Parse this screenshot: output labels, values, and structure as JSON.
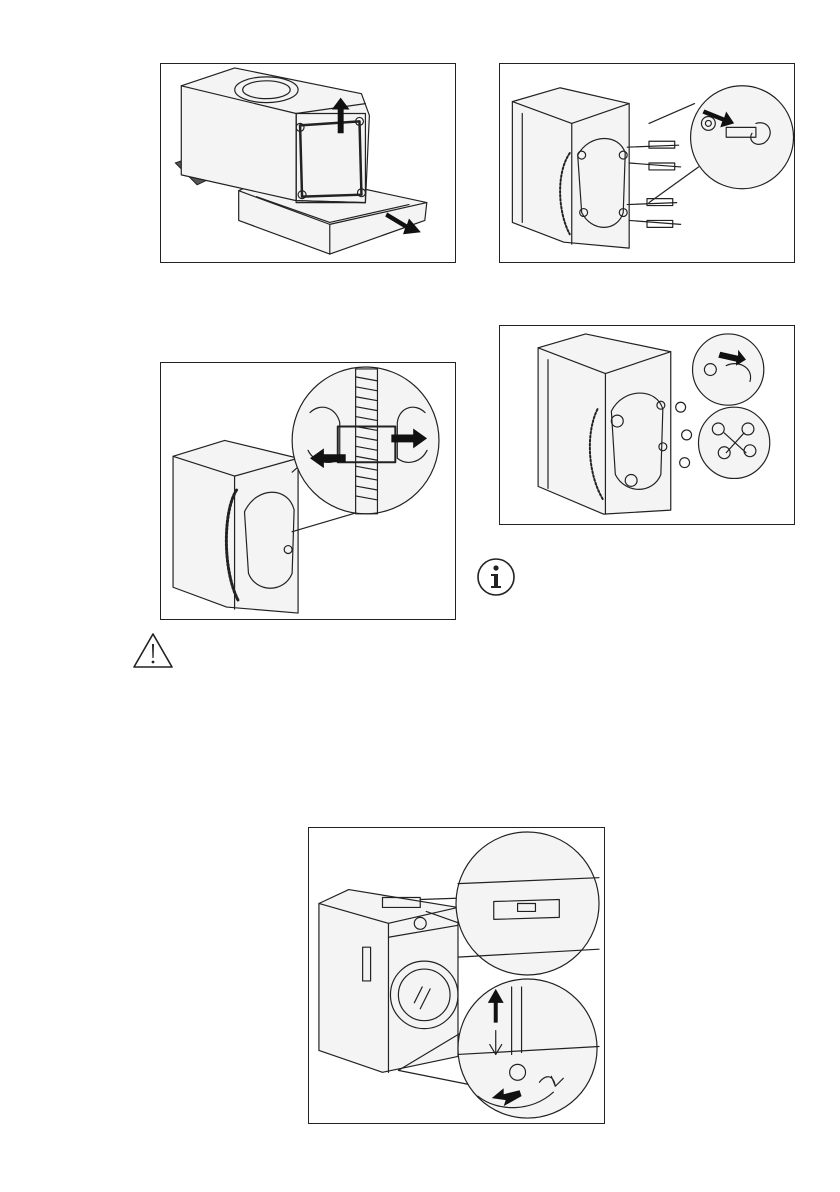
{
  "figures": [
    {
      "name": "remove-packaging-base",
      "icon": "washer-lift-illustration"
    },
    {
      "name": "remove-transit-bolts",
      "icon": "transit-bolt-illustration"
    },
    {
      "name": "release-hose-from-clip",
      "icon": "hose-clip-illustration"
    },
    {
      "name": "insert-plastic-caps",
      "icon": "plastic-caps-illustration"
    },
    {
      "name": "level-appliance",
      "icon": "spirit-level-feet-illustration"
    }
  ],
  "icons": {
    "note": "info-icon",
    "warning": "warning-triangle-icon"
  },
  "colors": {
    "line": "#222222",
    "background": "#ffffff",
    "packaging_grey": "#555555"
  }
}
